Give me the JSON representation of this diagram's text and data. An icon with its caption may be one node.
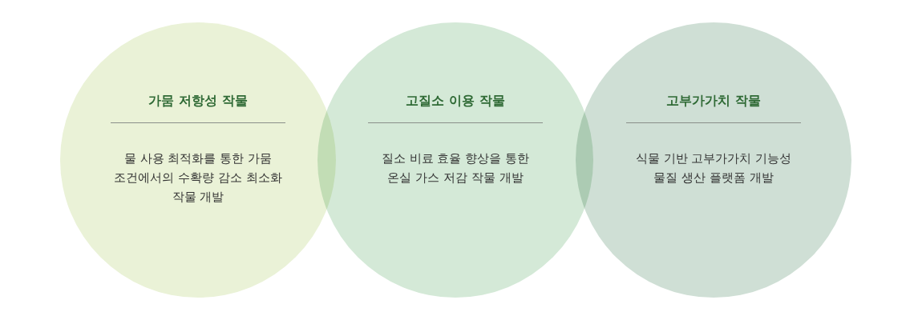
{
  "diagram": {
    "nodes": [
      {
        "text": [
          "가뭄 저항성 작물",
          "물 사용 최적화를 통한 가뭄 조건에서의 수확량 감소 최소화 작물 개발"
        ]
      },
      {
        "text": [
          "고질소 이용 작물",
          "질소 비료 효율 향상을 통한 온실 가스 저감 작물 개발"
        ]
      },
      {
        "text": [
          "고부가가치 작물",
          "식물 기반 고부가가치 기능성 물질 생산 플랫폼 개발"
        ]
      }
    ],
    "edges": []
  }
}
